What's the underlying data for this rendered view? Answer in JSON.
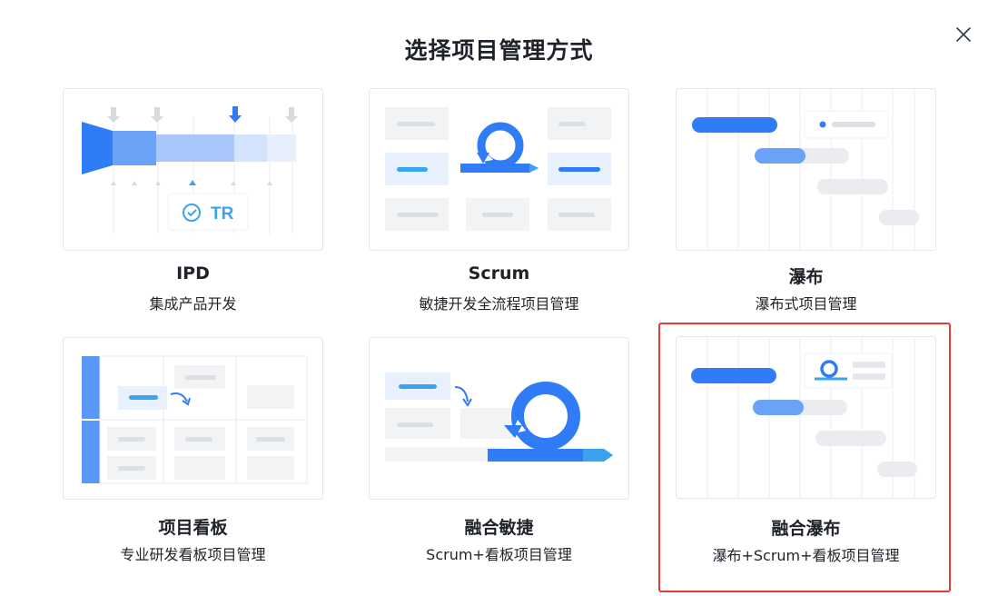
{
  "dialog": {
    "title": "选择项目管理方式",
    "close_icon": "close-icon"
  },
  "colors": {
    "primary": "#2f7cf6",
    "light_blue": "#6aa2f8",
    "pale_blue": "#a9c7fb",
    "cyan": "#3aa3ef",
    "gray_block": "#f2f3f5",
    "gray_bar": "#dcdfe4",
    "selected_border": "#e53a37"
  },
  "cards": [
    {
      "id": "ipd",
      "name": "IPD",
      "desc": "集成产品开发",
      "badge": "TR",
      "badge_icon": "check-circle-icon"
    },
    {
      "id": "scrum",
      "name": "Scrum",
      "desc": "敏捷开发全流程项目管理"
    },
    {
      "id": "waterfall",
      "name": "瀑布",
      "desc": "瀑布式项目管理"
    },
    {
      "id": "kanban",
      "name": "项目看板",
      "desc": "专业研发看板项目管理"
    },
    {
      "id": "hybrid-agile",
      "name": "融合敏捷",
      "desc": "Scrum+看板项目管理"
    },
    {
      "id": "hybrid-waterfall",
      "name": "融合瀑布",
      "desc": "瀑布+Scrum+看板项目管理",
      "selected": true
    }
  ]
}
